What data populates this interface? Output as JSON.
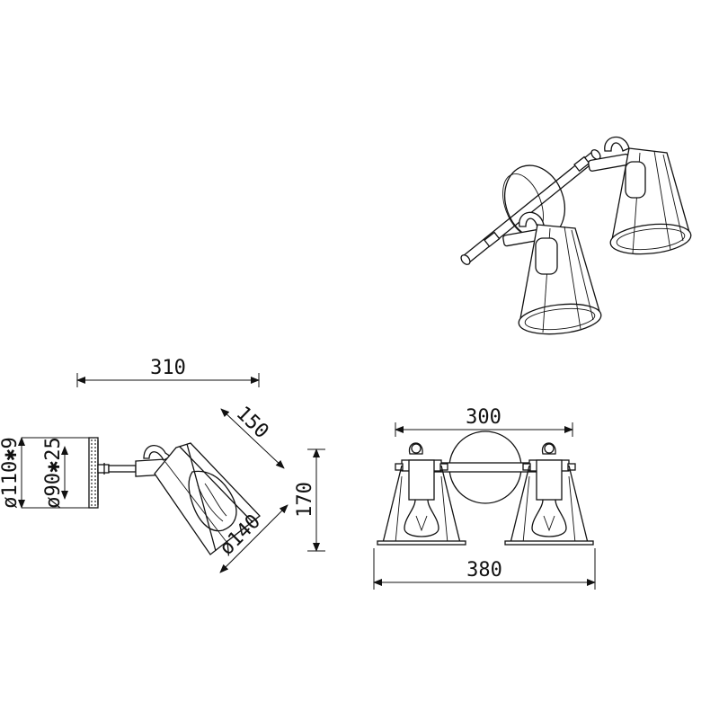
{
  "diagram": {
    "side_view": {
      "width": "310",
      "shade_length": "150",
      "shade_diameter": "ø140",
      "height": "170",
      "backplate_outer": "ø110✱9",
      "backplate_inner": "ø90✱25"
    },
    "front_view": {
      "top_width": "300",
      "bottom_width": "380"
    },
    "colors": {
      "line": "#111111",
      "background": "#ffffff"
    }
  }
}
